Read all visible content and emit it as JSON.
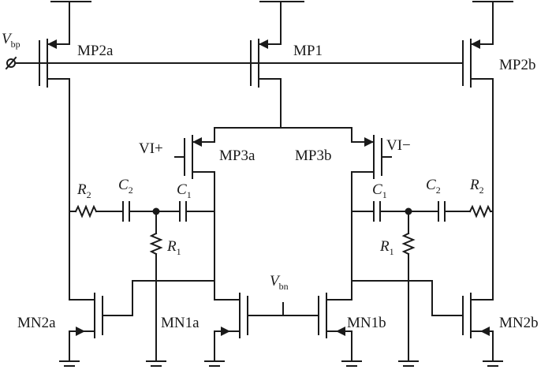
{
  "labels": {
    "MP2a": "MP2a",
    "MP1": "MP1",
    "MP2b": "MP2b",
    "MP3a": "MP3a",
    "MP3b": "MP3b",
    "VIp": "VI+",
    "VIm": "VI−",
    "MN1a": "MN1a",
    "MN1b": "MN1b",
    "MN2a": "MN2a",
    "MN2b": "MN2b",
    "Vbp_main": "V",
    "Vbp_sub": "bp",
    "Vbn_main": "V",
    "Vbn_sub": "bn",
    "R_main": "R",
    "C_main": "C",
    "one": "1",
    "two": "2"
  }
}
